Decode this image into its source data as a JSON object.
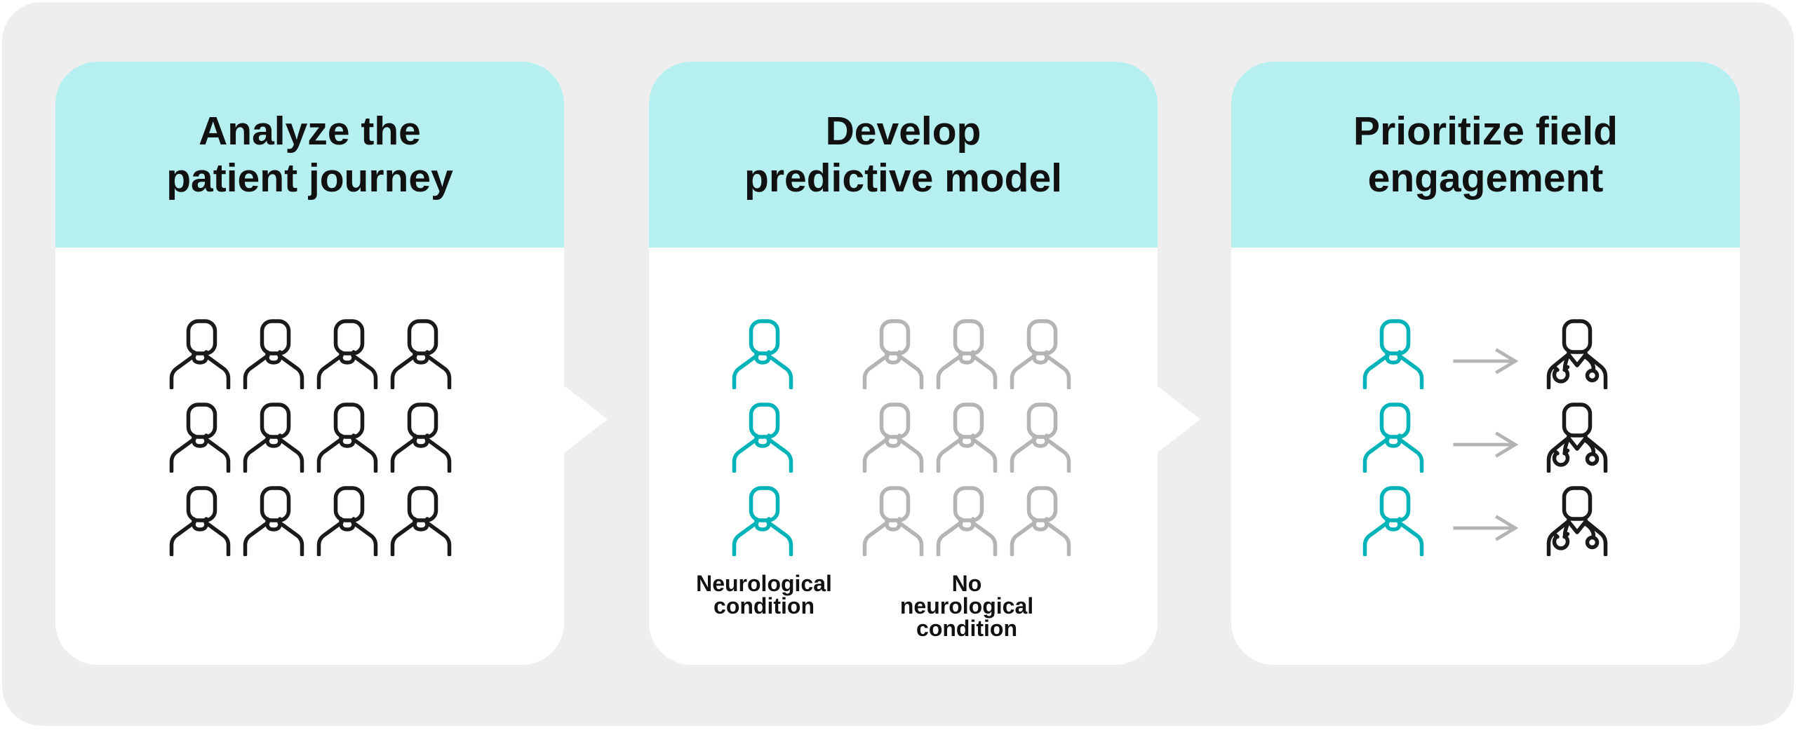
{
  "colors": {
    "page_bg": "#ffffff",
    "panel_bg": "#eeeeee",
    "card_bg": "#ffffff",
    "header_bg": "#b6efef",
    "title_color": "#111111",
    "label_color": "#111111",
    "teal_icon": "#00b3b9",
    "gray_icon": "#b4b4b4",
    "black_icon": "#1a1a1a",
    "arrow_color": "#b4b4b4"
  },
  "cards": [
    {
      "title": "Analyze the\npatient journey"
    },
    {
      "title": "Develop\npredictive model",
      "legend": [
        {
          "label": "Neurological\ncondition"
        },
        {
          "label": "No neurological\ncondition"
        }
      ]
    },
    {
      "title": "Prioritize field\nengagement"
    }
  ]
}
